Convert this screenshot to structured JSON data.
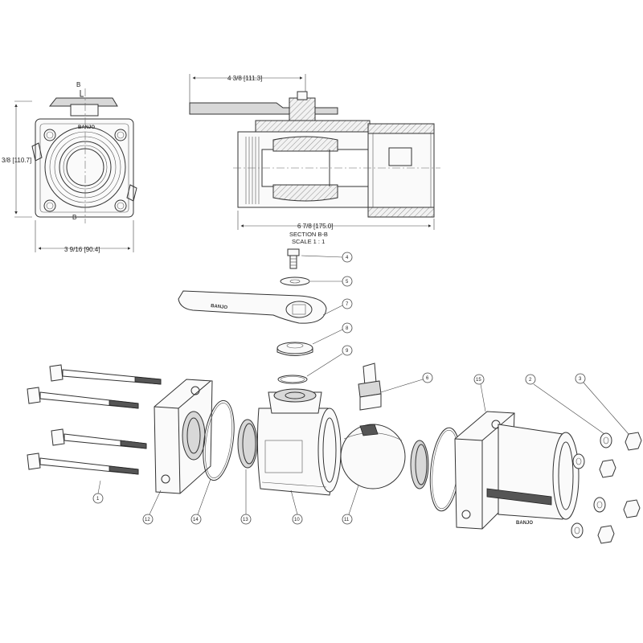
{
  "dimensions": {
    "handle_length": "4 3/8 [111.3]",
    "body_height": "3/8 [110.7]",
    "body_width": "3 9/16 [90.4]",
    "overall_length": "6 7/8 [175.0]",
    "section_marker": "B"
  },
  "section": {
    "title": "SECTION B-B",
    "scale": "SCALE 1 : 1"
  },
  "logo_text": "BANJO",
  "handle_text": "BANJO",
  "balloons": [
    {
      "id": "b1",
      "label": "1"
    },
    {
      "id": "b2",
      "label": "2"
    },
    {
      "id": "b3",
      "label": "3"
    },
    {
      "id": "b4",
      "label": "4"
    },
    {
      "id": "b5",
      "label": "5"
    },
    {
      "id": "b6",
      "label": "6"
    },
    {
      "id": "b7",
      "label": "7"
    },
    {
      "id": "b8",
      "label": "8"
    },
    {
      "id": "b9",
      "label": "9"
    },
    {
      "id": "b10",
      "label": "10"
    },
    {
      "id": "b11",
      "label": "11"
    },
    {
      "id": "b12",
      "label": "12"
    },
    {
      "id": "b13",
      "label": "13"
    },
    {
      "id": "b14",
      "label": "14"
    },
    {
      "id": "b15",
      "label": "15"
    }
  ]
}
